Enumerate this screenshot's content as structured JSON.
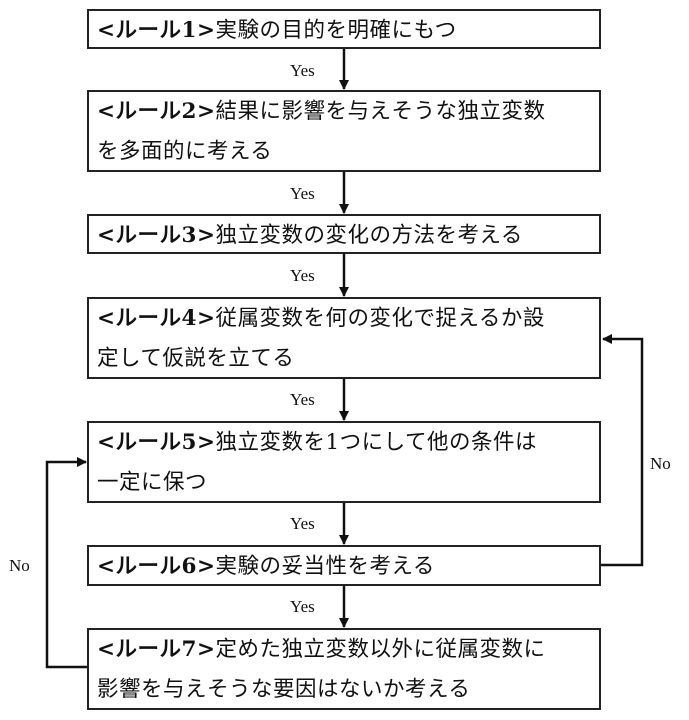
{
  "rules": [
    {
      "tag": "<ルール1>",
      "line1": "実験の目的を明確にもつ",
      "line2": ""
    },
    {
      "tag": "<ルール2>",
      "line1": "結果に影響を与えそうな独立変数",
      "line2": "を多面的に考える"
    },
    {
      "tag": "<ルール3>",
      "line1": "独立変数の変化の方法を考える",
      "line2": ""
    },
    {
      "tag": "<ルール4>",
      "line1": "従属変数を何の変化で捉えるか設",
      "line2": "定して仮説を立てる"
    },
    {
      "tag": "<ルール5>",
      "line1": "独立変数を1つにして他の条件は",
      "line2": "一定に保つ"
    },
    {
      "tag": "<ルール6>",
      "line1": "実験の妥当性を考える",
      "line2": ""
    },
    {
      "tag": "<ルール7>",
      "line1": "定めた独立変数以外に従属変数に",
      "line2": "影響を与えそうな要因はないか考える"
    }
  ],
  "edges": {
    "yes_label": "Yes",
    "no_label": "No"
  }
}
